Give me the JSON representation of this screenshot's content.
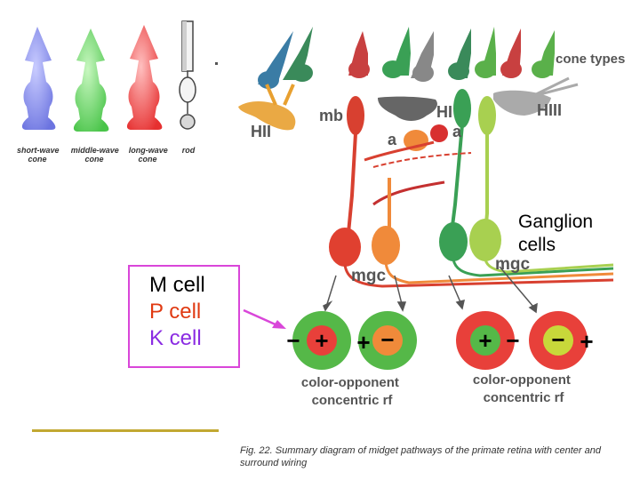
{
  "cone_labels": {
    "short": [
      "short-wave",
      "cone"
    ],
    "middle": [
      "middle-wave",
      "cone"
    ],
    "long": [
      "long-wave",
      "cone"
    ],
    "rod": [
      "rod"
    ]
  },
  "diagram_labels": {
    "cone_types": "cone types",
    "hii": "HII",
    "mb": "mb",
    "hi": "HI",
    "hiii": "HIII",
    "a_left": "a",
    "a_right": "a",
    "mgc_left": "mgc",
    "mgc_right": "mgc"
  },
  "ganglion_label": [
    "Ganglion",
    "cells"
  ],
  "cell_types": [
    {
      "label": "M cell",
      "color": "#000000"
    },
    {
      "label": "P cell",
      "color": "#e03a12"
    },
    {
      "label": "K cell",
      "color": "#8a2be2"
    }
  ],
  "receptive_fields": [
    {
      "surround_sign": "−",
      "center_sign": "+",
      "center_color": "#e8403a",
      "surround_color": "#55b848"
    },
    {
      "surround_sign": "+",
      "center_sign": "−",
      "center_color": "#f08a3a",
      "surround_color": "#55b848"
    },
    {
      "surround_sign": "−",
      "center_sign": "+",
      "center_color": "#55b848",
      "surround_color": "#e8403a"
    },
    {
      "surround_sign": "+",
      "center_sign": "−",
      "center_color": "#c8d83a",
      "surround_color": "#e8403a"
    }
  ],
  "rf_captions": {
    "left": [
      "color-opponent",
      "concentric rf"
    ],
    "right": [
      "color-opponent",
      "concentric rf"
    ]
  },
  "figure_caption": "Fig. 22. Summary diagram of midget pathways of the primate retina with center and surround wiring",
  "colors": {
    "blue_cone": "#7f86e8",
    "green_cone": "#66d766",
    "red_cone": "#ee4444",
    "box_border": "#d946d9",
    "arrow": "#d946d9",
    "olive_line": "#c2a832"
  }
}
